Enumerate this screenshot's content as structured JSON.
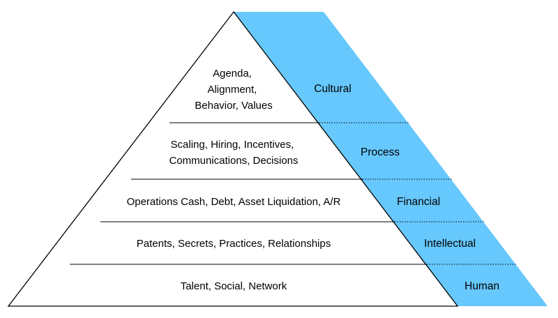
{
  "colors": {
    "band_fill": "#66c8fd",
    "outline": "#000000",
    "background": "#ffffff"
  },
  "layers": [
    {
      "description_lines": [
        "Agenda,",
        "Alignment,",
        "Behavior, Values"
      ],
      "band_label": "Cultural"
    },
    {
      "description_lines": [
        "Scaling, Hiring, Incentives,",
        "Communications, Decisions"
      ],
      "band_label": "Process"
    },
    {
      "description_lines": [
        "Operations Cash, Debt, Asset Liquidation, A/R"
      ],
      "band_label": "Financial"
    },
    {
      "description_lines": [
        "Patents, Secrets, Practices, Relationships"
      ],
      "band_label": "Intellectual"
    },
    {
      "description_lines": [
        "Talent, Social, Network"
      ],
      "band_label": "Human"
    }
  ]
}
